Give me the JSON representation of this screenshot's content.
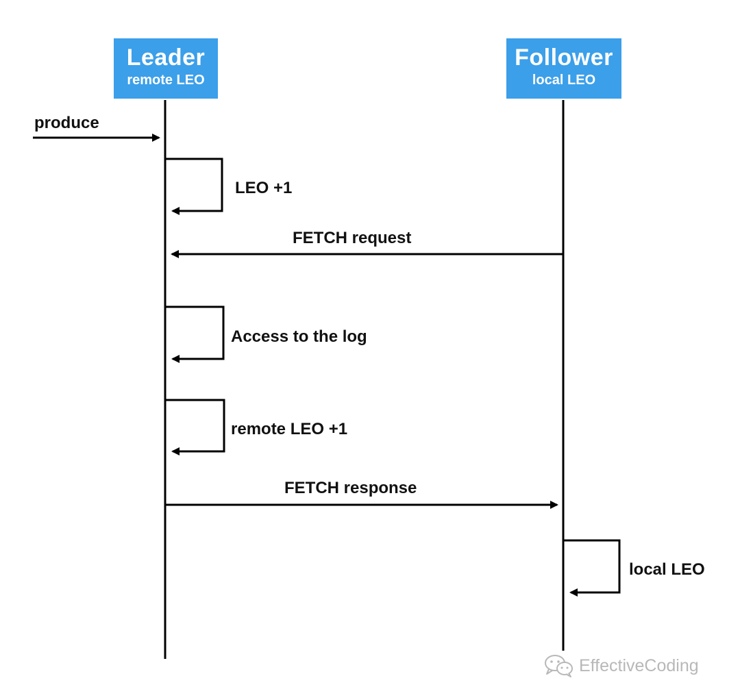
{
  "participants": {
    "leader": {
      "title": "Leader",
      "subtitle": "remote LEO"
    },
    "follower": {
      "title": "Follower",
      "subtitle": "local LEO"
    }
  },
  "messages": {
    "produce": "produce",
    "leo_increment": "LEO +1",
    "fetch_request": "FETCH request",
    "access_log": "Access to the log",
    "remote_leo_increment": "remote LEO +1",
    "fetch_response": "FETCH response",
    "local_leo": "local LEO"
  },
  "watermark": {
    "text": "EffectiveCoding",
    "icon": "wechat-icon"
  },
  "colors": {
    "participant_header": "#3b9fea",
    "line": "#000000",
    "watermark": "#b8b8b8"
  }
}
